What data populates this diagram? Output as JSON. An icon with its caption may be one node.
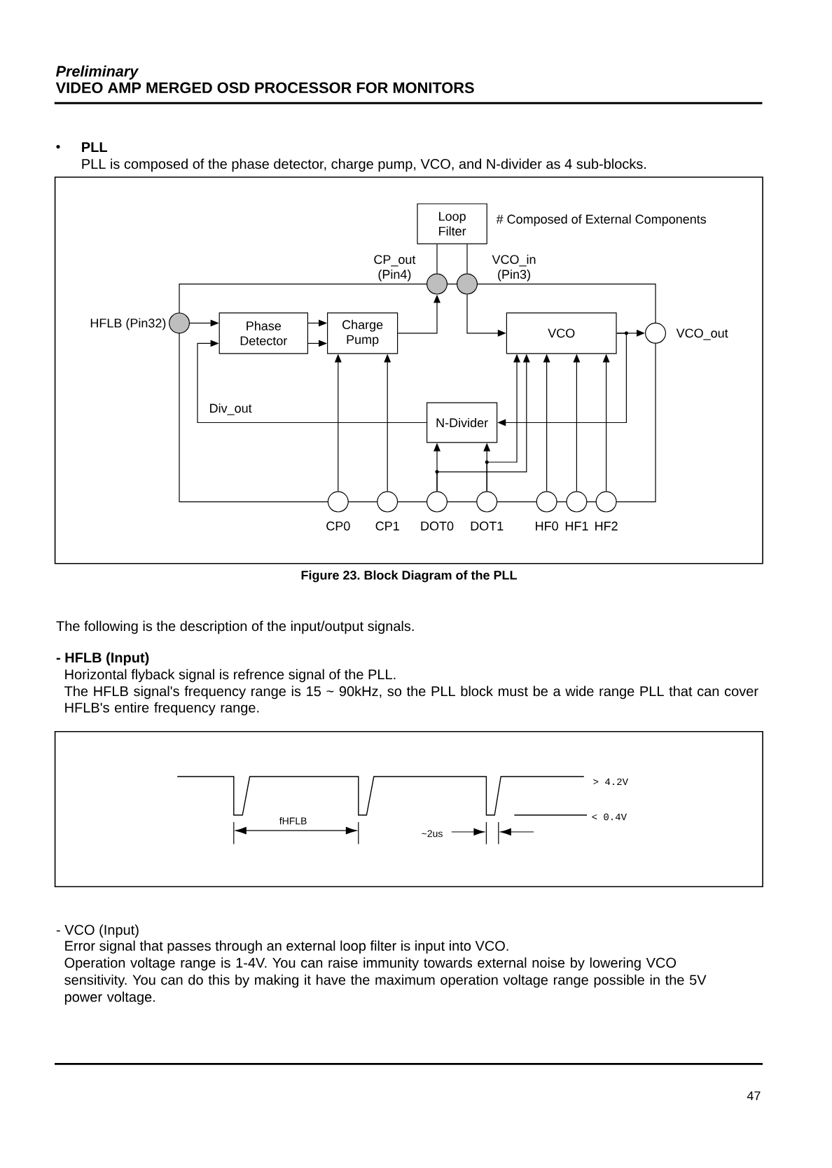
{
  "diagram": {
    "title": "PLL",
    "caption": "Figure 23. Block Diagram of the PLL",
    "nodes": [
      {
        "text": [
          "Loop Filter"
        ],
        "beside": [
          "# Composed of External Components"
        ]
      },
      {
        "text": [],
        "shape": "circle",
        "beside": [
          "CP_out (Pin4)"
        ]
      },
      {
        "text": [],
        "shape": "circle",
        "beside": [
          "VCO_in (Pin3)"
        ]
      },
      {
        "text": [],
        "shape": "circle",
        "beside": [
          "HFLB (Pin32)"
        ]
      },
      {
        "text": [
          "Phase Detector"
        ]
      },
      {
        "text": [
          "Charge Pump"
        ]
      },
      {
        "text": [
          "VCO"
        ]
      },
      {
        "text": [],
        "shape": "circle",
        "beside": [
          "VCO_out"
        ]
      },
      {
        "text": [
          "N-Divider"
        ]
      },
      {
        "text": [],
        "shape": "circle",
        "beside": [
          "CP0"
        ]
      },
      {
        "text": [],
        "shape": "circle",
        "beside": [
          "CP1"
        ]
      },
      {
        "text": [],
        "shape": "circle",
        "beside": [
          "DOT0"
        ]
      },
      {
        "text": [],
        "shape": "circle",
        "beside": [
          "DOT1"
        ]
      },
      {
        "text": [],
        "shape": "circle",
        "beside": [
          "HF0"
        ]
      },
      {
        "text": [],
        "shape": "circle",
        "beside": [
          "HF1"
        ]
      },
      {
        "text": [],
        "shape": "circle",
        "beside": [
          "HF2"
        ]
      }
    ],
    "edges": [
      {
        "from": 1,
        "to": 0,
        "arrow": "none"
      },
      {
        "from": 0,
        "to": 2,
        "arrow": "none"
      },
      {
        "from": 3,
        "to": 4,
        "arrow": "to"
      },
      {
        "from": 4,
        "to": 5,
        "arrow": "to"
      },
      {
        "from": 4,
        "to": 5,
        "arrow": "to"
      },
      {
        "from": 5,
        "to": 1,
        "arrow": "to"
      },
      {
        "from": 2,
        "to": 6,
        "arrow": "to"
      },
      {
        "from": 6,
        "to": 7,
        "arrow": "to"
      },
      {
        "from": 6,
        "to": 8,
        "arrow": "to"
      },
      {
        "from": 8,
        "to": 4,
        "arrow": "to",
        "label": "Div_out"
      },
      {
        "from": 9,
        "to": 5,
        "arrow": "to"
      },
      {
        "from": 10,
        "to": 5,
        "arrow": "to"
      },
      {
        "from": 11,
        "to": 8,
        "arrow": "to"
      },
      {
        "from": 11,
        "to": 6,
        "arrow": "to"
      },
      {
        "from": 12,
        "to": 8,
        "arrow": "to"
      },
      {
        "from": 12,
        "to": 6,
        "arrow": "to"
      },
      {
        "from": 13,
        "to": 6,
        "arrow": "to"
      },
      {
        "from": 14,
        "to": 6,
        "arrow": "to"
      },
      {
        "from": 15,
        "to": 6,
        "arrow": "to"
      }
    ],
    "labels": [
      "Preliminary",
      "VIDEO AMP MERGED OSD PROCESSOR FOR MONITORS",
      "PLL is composed of the phase detector, charge pump, VCO, and N-divider as 4 sub-blocks.",
      "The following is the description of the input/output signals.",
      "- HFLB (Input)",
      "Horizontal flyback signal is refrence signal of the PLL.",
      "The HFLB signal's frequency range is 15 ~ 90kHz, so the PLL block must be a wide range PLL that can cover HFLB's entire frequency range.",
      "> 4.2V",
      "< 0.4V",
      "fHFLB",
      "~2us",
      "- VCO (Input)",
      "Error signal that passes through an external loop filter is input into VCO.",
      "Operation voltage range is 1-4V. You can raise immunity towards external noise by lowering VCO sensitivity. You can do this by making it have the maximum operation voltage range possible in the 5V power voltage.",
      "47"
    ]
  }
}
